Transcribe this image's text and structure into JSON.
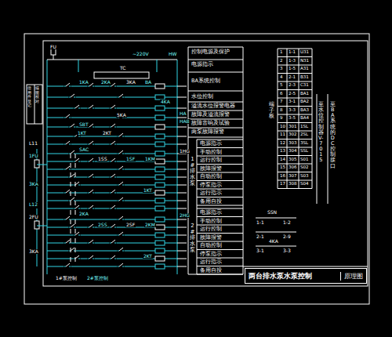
{
  "diagram": {
    "nodes": [
      {
        "text": [
          "两台排水泵水泵控制",
          "原理图"
        ]
      }
    ],
    "labels": [
      "FU",
      "~220V",
      "HW",
      "TC",
      "1KA",
      "2KA",
      "3KA",
      "BA",
      "4KA",
      "5KA",
      "SBT",
      "1KT",
      "2KT",
      "HA",
      "HAB",
      "L11",
      "1FU",
      "SAC",
      "1SS",
      "1SF",
      "1KM",
      "1HG",
      "3KA",
      "L12",
      "2FU",
      "2KA",
      "2SS",
      "2SF",
      "2KM",
      "2HG",
      "3KA",
      "1KT",
      "2KT",
      "1#泵控制",
      "2#泵控制",
      "控制电源及保护",
      "电源指示",
      "BA系统控制",
      "水位控制",
      "溢流水位报警电器",
      "故障及溢流报警",
      "故障音响及试验",
      "两泵故障报警",
      "1#排水泵",
      "电源指示",
      "手动控制",
      "运行控制",
      "故障报警",
      "自动控制",
      "停泵指示",
      "运行指示",
      "备用自投",
      "2#排水泵",
      "电源指示",
      "手动控制",
      "运行控制",
      "故障报警",
      "自动控制",
      "停泵指示",
      "运行指示",
      "备用自投",
      "端子板",
      "1",
      "1-1",
      "U31",
      "2",
      "1-3",
      "N31",
      "3",
      "1-5",
      "A31",
      "4",
      "2-1",
      "B31",
      "5",
      "2-3",
      "C31",
      "6",
      "2-5",
      "BA1",
      "7",
      "3-1",
      "BA2",
      "8",
      "3-3",
      "BA3",
      "9",
      "3-5",
      "BA4",
      "10",
      "301",
      "1SL",
      "11",
      "302",
      "2SL",
      "12",
      "303",
      "3SL",
      "13",
      "304",
      "SSL",
      "14",
      "305",
      "S01",
      "15",
      "306",
      "S02",
      "16",
      "307",
      "S03",
      "17",
      "308",
      "S04",
      "至水位控制器V-7015",
      "至BA系统的DC控制接口",
      "SSN",
      "1-1",
      "1-2",
      "2-1",
      "2-9",
      "4KA",
      "3-1",
      "3-3",
      "借用件登记",
      "描图校对"
    ]
  }
}
